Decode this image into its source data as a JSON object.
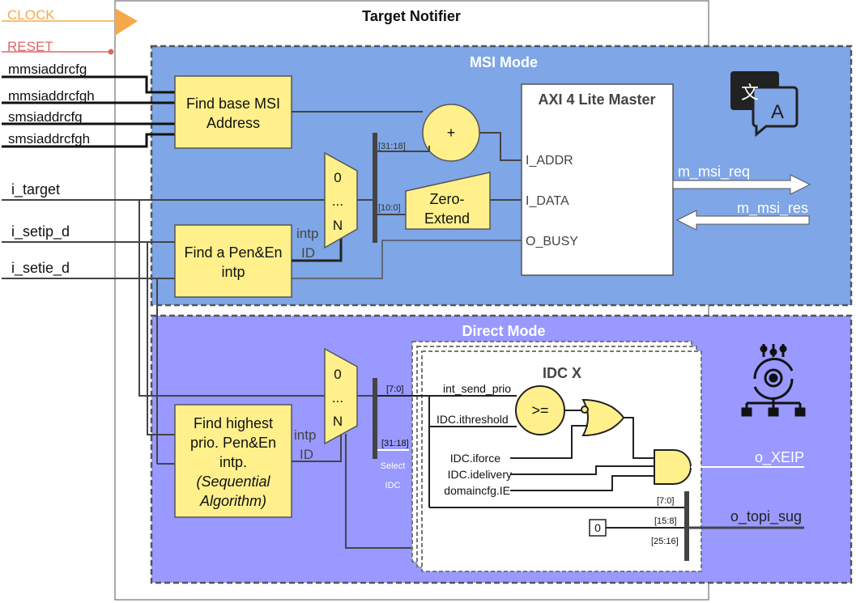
{
  "title": "Target Notifier",
  "inputs": {
    "clock": "CLOCK",
    "reset": "RESET",
    "mmsiaddrcfg": "mmsiaddrcfg",
    "mmsiaddrcfgh": "mmsiaddrcfgh",
    "smsiaddrcfg": "smsiaddrcfg",
    "smsiaddrcfgh": "smsiaddrcfgh",
    "i_target": "i_target",
    "i_setip_d": "i_setip_d",
    "i_setie_d": "i_setie_d"
  },
  "msi": {
    "title": "MSI Mode",
    "find_base_line1": "Find base MSI",
    "find_base_line2": "Address",
    "adder": "+",
    "find_pen_line1": "Find a Pen&En",
    "find_pen_line2": "intp",
    "intp_line1": "intp",
    "intp_line2": "ID",
    "mux_top": "0",
    "mux_mid": "...",
    "mux_bot": "N",
    "bus_hi": "[31:18]",
    "bus_lo": "[10:0]",
    "zero_line1": "Zero-",
    "zero_line2": "Extend",
    "axi_title": "AXI 4 Lite Master",
    "port_addr": "I_ADDR",
    "port_data": "I_DATA",
    "port_busy": "O_BUSY",
    "out_req": "m_msi_req",
    "in_res": "m_msi_res",
    "translate_icon": "translate-icon",
    "color": "#7fa6e6"
  },
  "direct": {
    "title": "Direct Mode",
    "find_prio_line1": "Find highest",
    "find_prio_line2": "prio. Pen&En",
    "find_prio_line3": "intp.",
    "find_prio_line4": "(Sequential",
    "find_prio_line5": "Algorithm)",
    "intp_line1": "intp",
    "intp_line2": "ID",
    "mux_top": "0",
    "mux_mid": "...",
    "mux_bot": "N",
    "bus_lo": "[7:0]",
    "bus_hi": "[31:18]",
    "select_line1": "Select",
    "select_line2": "IDC",
    "idc_title": "IDC X",
    "int_send_prio": "int_send_prio",
    "ithreshold": "IDC.ithreshold",
    "comparator": ">=",
    "iforce": "IDC.iforce",
    "idelivery": "IDC.idelivery",
    "domaincfg_ie": "domaincfg.IE",
    "out_xeip": "o_XEIP",
    "topi_b0": "[7:0]",
    "topi_b1": "[15:8]",
    "topi_b2": "[25:16]",
    "zero_const": "0",
    "out_topi": "o_topi_sug",
    "gear_icon": "gear-network-icon",
    "color": "#9999ff"
  },
  "colors": {
    "block_fill": "#fff08c",
    "clock": "#f5a94a",
    "reset": "#e06666"
  }
}
